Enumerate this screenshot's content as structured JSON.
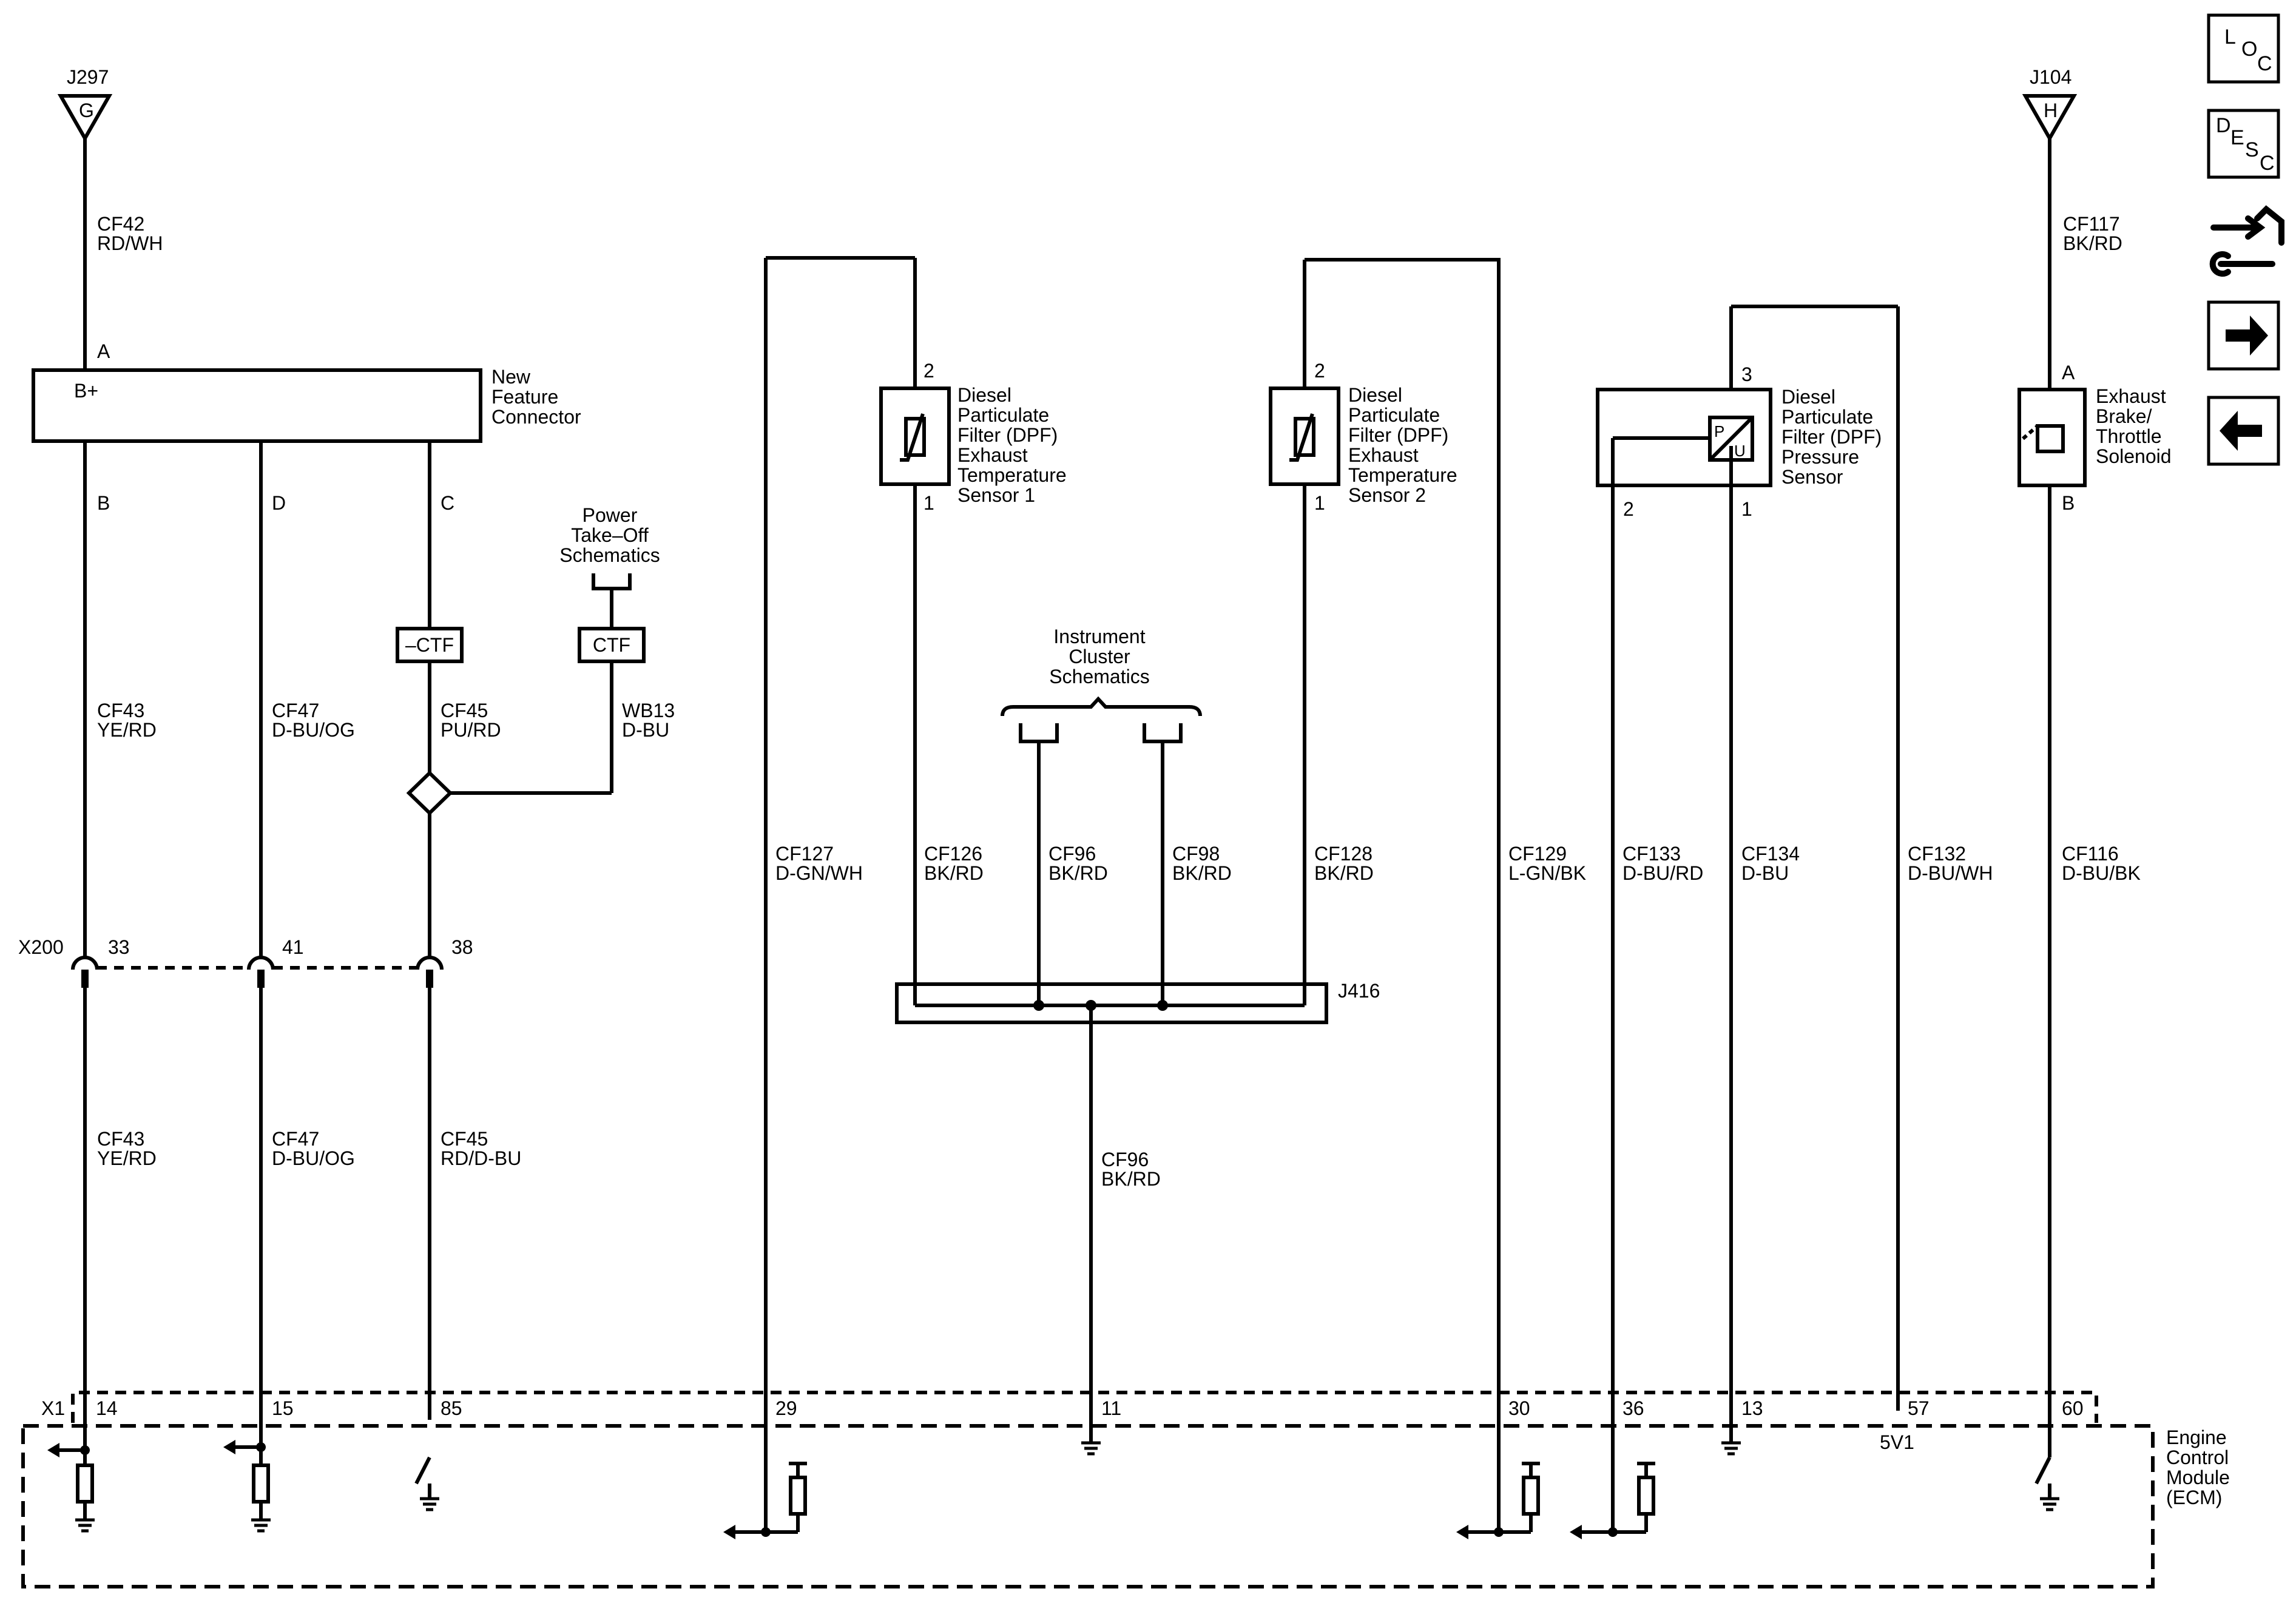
{
  "connectors": {
    "j297": {
      "name": "J297",
      "pin": "G"
    },
    "j104": {
      "name": "J104",
      "pin": "H"
    },
    "j416": "J416",
    "x200": "X200",
    "x1": "X1"
  },
  "wires": {
    "cf42": {
      "circuit": "CF42",
      "color": "RD/WH"
    },
    "cf43_up": {
      "circuit": "CF43",
      "color": "YE/RD"
    },
    "cf47_up": {
      "circuit": "CF47",
      "color": "D-BU/OG"
    },
    "cf45_up": {
      "circuit": "CF45",
      "color": "PU/RD"
    },
    "wb13": {
      "circuit": "WB13",
      "color": "D-BU"
    },
    "cf43_dn": {
      "circuit": "CF43",
      "color": "YE/RD"
    },
    "cf47_dn": {
      "circuit": "CF47",
      "color": "D-BU/OG"
    },
    "cf45_dn": {
      "circuit": "CF45",
      "color": "RD/D-BU"
    },
    "cf127": {
      "circuit": "CF127",
      "color": "D-GN/WH"
    },
    "cf126": {
      "circuit": "CF126",
      "color": "BK/RD"
    },
    "cf96a": {
      "circuit": "CF96",
      "color": "BK/RD"
    },
    "cf98": {
      "circuit": "CF98",
      "color": "BK/RD"
    },
    "cf128": {
      "circuit": "CF128",
      "color": "BK/RD"
    },
    "cf129": {
      "circuit": "CF129",
      "color": "L-GN/BK"
    },
    "cf133": {
      "circuit": "CF133",
      "color": "D-BU/RD"
    },
    "cf134": {
      "circuit": "CF134",
      "color": "D-BU"
    },
    "cf132": {
      "circuit": "CF132",
      "color": "D-BU/WH"
    },
    "cf117": {
      "circuit": "CF117",
      "color": "BK/RD"
    },
    "cf116": {
      "circuit": "CF116",
      "color": "D-BU/BK"
    },
    "cf96b": {
      "circuit": "CF96",
      "color": "BK/RD"
    }
  },
  "components": {
    "new_feature": {
      "lines": [
        "New",
        "Feature",
        "Connector"
      ],
      "supply": "B+",
      "pins": {
        "a": "A",
        "b": "B",
        "d": "D",
        "c": "C"
      }
    },
    "pto": {
      "lines": [
        "Power",
        "Take–Off",
        "Schematics"
      ]
    },
    "ctf_neg": "–CTF",
    "ctf": "CTF",
    "dpf_temp1": {
      "lines": [
        "Diesel",
        "Particulate",
        "Filter (DPF)",
        "Exhaust",
        "Temperature",
        "Sensor 1"
      ],
      "pin_top": "2",
      "pin_bottom": "1"
    },
    "dpf_temp2": {
      "lines": [
        "Diesel",
        "Particulate",
        "Filter (DPF)",
        "Exhaust",
        "Temperature",
        "Sensor 2"
      ],
      "pin_top": "2",
      "pin_bottom": "1"
    },
    "instrument_cluster": {
      "lines": [
        "Instrument",
        "Cluster",
        "Schematics"
      ]
    },
    "dpf_pressure": {
      "lines": [
        "Diesel",
        "Particulate",
        "Filter (DPF)",
        "Pressure",
        "Sensor"
      ],
      "pin_top": "3",
      "pin_left": "2",
      "pin_right": "1",
      "symbol_p": "P",
      "symbol_u": "U"
    },
    "exhaust_brake": {
      "lines": [
        "Exhaust",
        "Brake/",
        "Throttle",
        "Solenoid"
      ],
      "pin_top": "A",
      "pin_bottom": "B"
    },
    "ecm": {
      "lines": [
        "Engine",
        "Control",
        "Module",
        "(ECM)"
      ]
    }
  },
  "inline_pins": {
    "p33": "33",
    "p41": "41",
    "p38": "38"
  },
  "ecm_pins": {
    "p14": "14",
    "p15": "15",
    "p85": "85",
    "p29": "29",
    "p11": "11",
    "p30": "30",
    "p36": "36",
    "p13": "13",
    "p57": "57",
    "p60": "60"
  },
  "ecm_reference": "5V1",
  "nav": {
    "loc": {
      "l": "L",
      "o": "O",
      "c": "C"
    },
    "desc": {
      "d": "D",
      "e": "E",
      "s": "S",
      "c": "C"
    }
  },
  "icons": [
    "loc-icon",
    "desc-icon",
    "connector-tool-icon",
    "next-arrow-icon",
    "back-arrow-icon"
  ]
}
